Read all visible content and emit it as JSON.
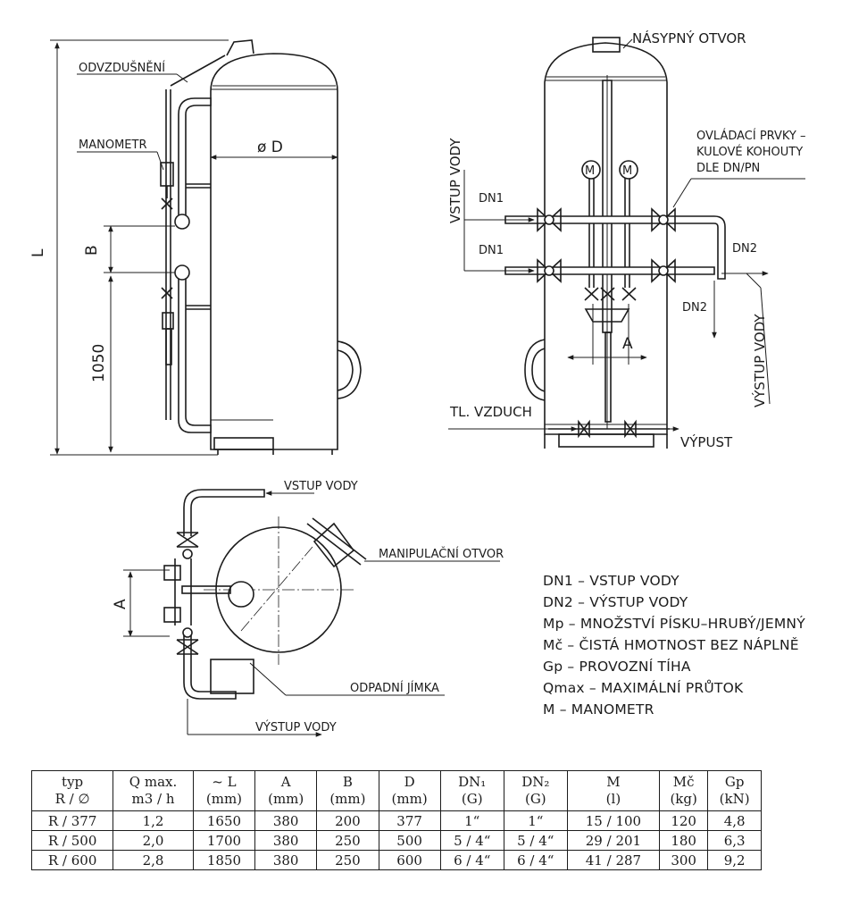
{
  "drawing": {
    "labels": {
      "odvzdusneni": "ODVZDUŠNĚNÍ",
      "manometr": "MANOMETR",
      "prumer_d": "ø D",
      "dim_l": "L",
      "dim_b": "B",
      "dim_1050": "1050",
      "nasypny_otvor": "NÁSYPNÝ OTVOR",
      "vstup_vody_vertical": "VSTUP VODY",
      "dn1_top": "DN1",
      "dn1_bottom": "DN1",
      "ovladaci_line1": "OVLÁDACÍ PRVKY –",
      "ovladaci_line2": "KULOVÉ KOHOUTY",
      "ovladaci_line3": "DLE DN/PN",
      "dn2_right": "DN2",
      "dn2_down": "DN2",
      "vystup_vody_vertical": "VÝSTUP VODY",
      "dim_a_front": "A",
      "manometer_symbol_1": "M",
      "manometer_symbol_2": "M",
      "tl_vzduch": "TL. VZDUCH",
      "vypust": "VÝPUST",
      "vstup_vody_top": "VSTUP VODY",
      "manipulacni_otvor": "MANIPULAČNÍ OTVOR",
      "dim_a_top": "A",
      "odpadni_jimka": "ODPADNÍ JÍMKA",
      "vystup_vody_bottom": "VÝSTUP VODY"
    }
  },
  "legend": [
    "DN1 – VSTUP VODY",
    "DN2 – VÝSTUP VODY",
    "Mp – MNOŽSTVÍ PÍSKU–HRUBÝ/JEMNÝ",
    "Mč – ČISTÁ HMOTNOST BEZ NÁPLNĚ",
    "Gp – PROVOZNÍ TÍHA",
    "Qmax – MAXIMÁLNÍ PRŮTOK",
    "M – MANOMETR"
  ],
  "table": {
    "headers": [
      [
        "typ",
        "R / ∅"
      ],
      [
        "Q max.",
        "m3 / h"
      ],
      [
        "~ L",
        "(mm)"
      ],
      [
        "A",
        "(mm)"
      ],
      [
        "B",
        "(mm)"
      ],
      [
        "D",
        "(mm)"
      ],
      [
        "DN₁",
        "(G)"
      ],
      [
        "DN₂",
        "(G)"
      ],
      [
        "M",
        "(l)"
      ],
      [
        "Mč",
        "(kg)"
      ],
      [
        "Gp",
        "(kN)"
      ]
    ],
    "rows": [
      [
        "R / 377",
        "1,2",
        "1650",
        "380",
        "200",
        "377",
        "1“",
        "1“",
        "15 / 100",
        "120",
        "4,8"
      ],
      [
        "R / 500",
        "2,0",
        "1700",
        "380",
        "250",
        "500",
        "5 / 4“",
        "5 / 4“",
        "29 / 201",
        "180",
        "6,3"
      ],
      [
        "R / 600",
        "2,8",
        "1850",
        "380",
        "250",
        "600",
        "6 / 4“",
        "6 / 4“",
        "41 / 287",
        "300",
        "9,2"
      ]
    ]
  }
}
